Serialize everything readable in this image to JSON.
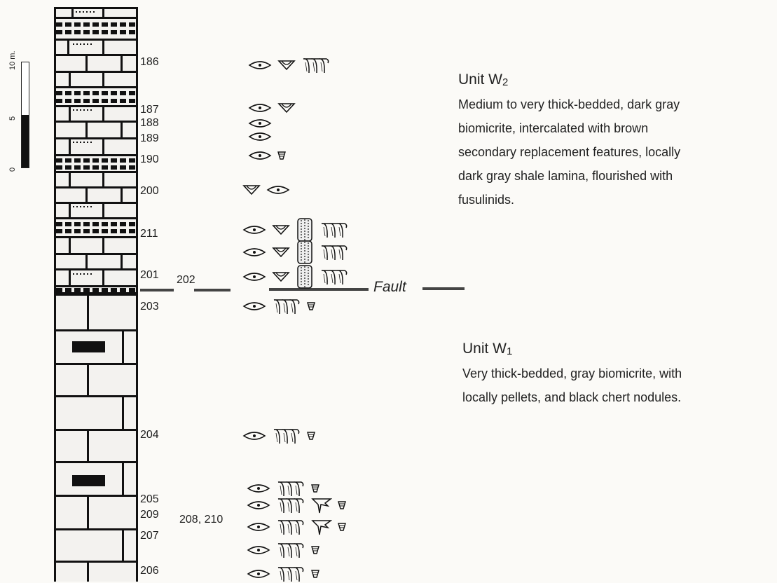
{
  "scale": {
    "ticks": [
      "10 m.",
      "5",
      "0"
    ]
  },
  "samples": [
    "186",
    "187",
    "188",
    "189",
    "190",
    "200",
    "211",
    "201",
    "203",
    "204",
    "205",
    "209",
    "207",
    "206"
  ],
  "extra_labels": {
    "s202": "202",
    "s208_210": "208, 210"
  },
  "fault_label": "Fault",
  "units": [
    {
      "name": "Unit W",
      "sub": "2",
      "description": [
        "Medium to very thick-bedded, dark gray",
        "biomicrite, intercalated with brown",
        "secondary replacement features, locally",
        "dark gray shale lamina, flourished with",
        "fusulinids."
      ]
    },
    {
      "name": "Unit W",
      "sub": "1",
      "description": [
        "Very thick-bedded, gray biomicrite, with",
        "locally pellets, and black chert nodules."
      ]
    }
  ],
  "fossil_rows": [
    [
      "fusulinid",
      "bivalve",
      "brachiopod"
    ],
    [
      "fusulinid",
      "bivalve"
    ],
    [
      "fusulinid"
    ],
    [
      "fusulinid"
    ],
    [
      "fusulinid",
      "crinoid"
    ],
    [
      "bivalve",
      "fusulinid"
    ],
    [
      "fusulinid",
      "bivalve",
      "coral",
      "brachiopod"
    ],
    [
      "fusulinid",
      "bivalve",
      "coral",
      "brachiopod"
    ],
    [
      "fusulinid",
      "bivalve",
      "coral",
      "brachiopod"
    ],
    [
      "fusulinid",
      "brachiopod",
      "crinoid"
    ],
    [
      "fusulinid",
      "brachiopod",
      "crinoid"
    ],
    [
      "fusulinid",
      "brachiopod",
      "crinoid"
    ],
    [
      "fusulinid",
      "brachiopod",
      "gastropod",
      "crinoid"
    ],
    [
      "fusulinid",
      "brachiopod",
      "gastropod",
      "crinoid"
    ],
    [
      "fusulinid",
      "brachiopod",
      "crinoid"
    ],
    [
      "fusulinid",
      "brachiopod",
      "crinoid"
    ]
  ]
}
